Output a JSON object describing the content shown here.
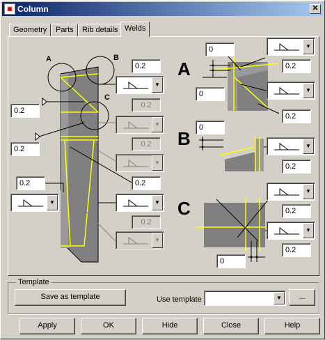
{
  "window": {
    "title": "Column",
    "app_icon": "app-icon"
  },
  "tabs": [
    {
      "label": "Geometry",
      "active": false
    },
    {
      "label": "Parts",
      "active": false
    },
    {
      "label": "Rib details",
      "active": false
    },
    {
      "label": "Welds",
      "active": true
    }
  ],
  "diagram_labels": {
    "a_small": "A",
    "b_small": "B",
    "c_small": "C",
    "a_big": "A",
    "b_big": "B",
    "c_big": "C"
  },
  "weld_sizes": {
    "top_right_1": "0.2",
    "top_left_2": "0.2",
    "top_disabled_1": "0.2",
    "left_1": "0.2",
    "disabled_2": "0.2",
    "left_bottom": "0.2",
    "mid_1": "0.2",
    "disabled_3": "0.2",
    "a_top_gap": "0",
    "a_right_1": "0.2",
    "a_gap_2": "0",
    "a_right_2": "0.2",
    "b_gap": "0",
    "b_right": "0.2",
    "c_right_1": "0.2",
    "c_right_2": "0.2",
    "c_gap": "0"
  },
  "template": {
    "group_title": "Template",
    "save_label": "Save as template",
    "use_label": "Use template",
    "use_value": "",
    "browse_label": "..."
  },
  "buttons": {
    "apply": "Apply",
    "ok": "OK",
    "hide": "Hide",
    "close": "Close",
    "help": "Help"
  }
}
